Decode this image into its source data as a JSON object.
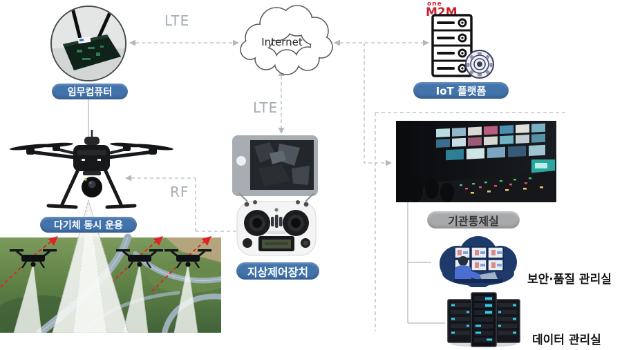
{
  "links": {
    "lte_top_label": "LTE",
    "lte_mid_label": "LTE",
    "rf_label": "RF"
  },
  "nodes": {
    "internet": {
      "label": "Internet"
    },
    "mission_computer": {
      "badge": "임무컴퓨터"
    },
    "iot_platform": {
      "badge": "IoT 플랫폼",
      "logo_line1": "one",
      "logo_line2": "M2M"
    },
    "multi_drone_ops": {
      "badge": "다기체 동시 운용"
    },
    "ground_control": {
      "badge": "지상제어장치"
    },
    "control_room": {
      "badge": "기관통제실"
    },
    "security_quality_room": {
      "label": "보안·품질 관리실"
    },
    "data_room": {
      "label": "데이터 관리실"
    }
  },
  "colors": {
    "badge_blue": "#4273ab",
    "badge_gray": "#a7a9ab",
    "dashed_line": "#c3c7cb",
    "muted_label": "#a2adb4",
    "onem2m_red": "#c9242b",
    "red_arrow": "#e02424",
    "illustration_navy": "#1d3a6b"
  }
}
